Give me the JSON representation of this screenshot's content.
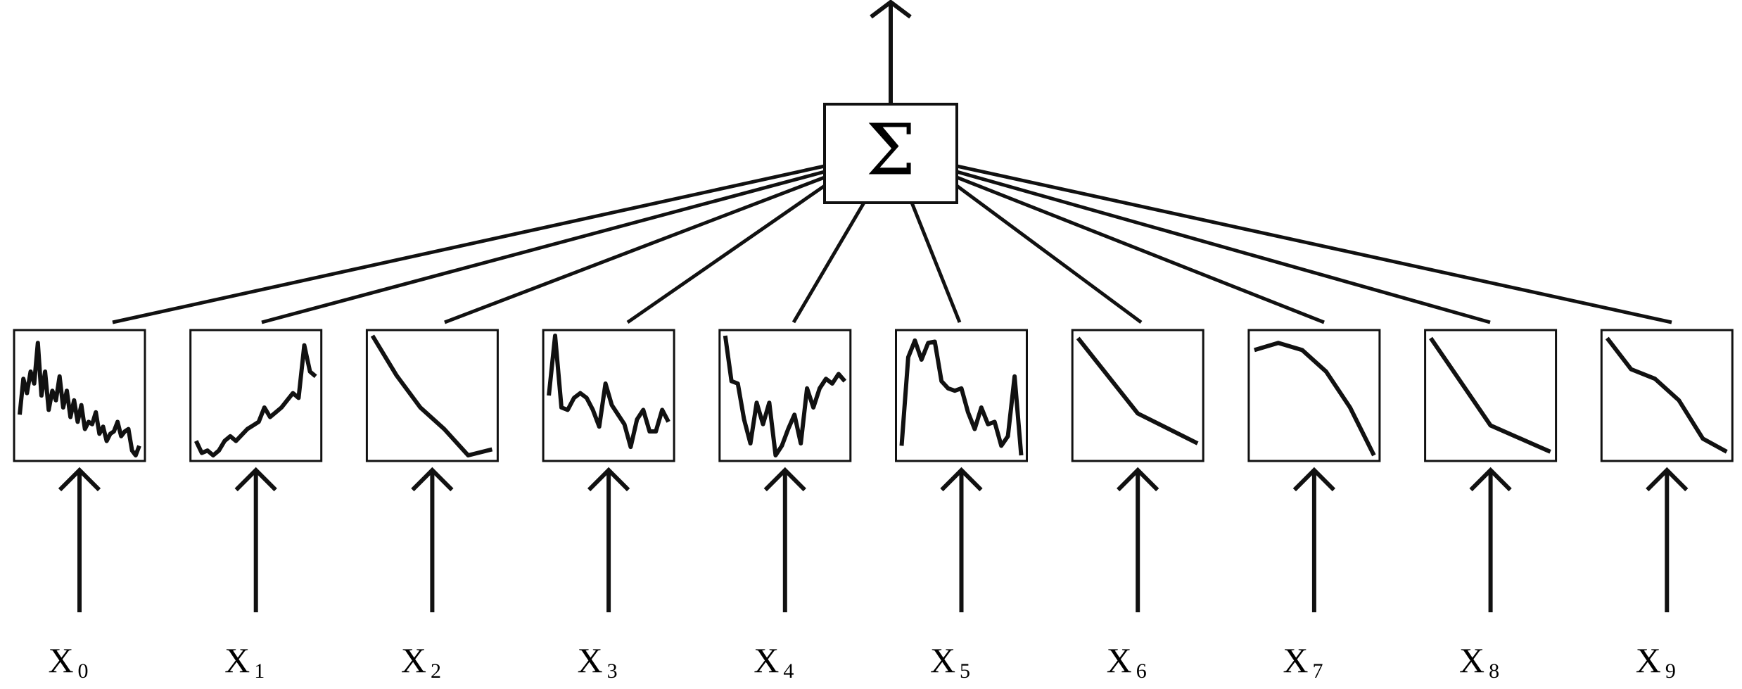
{
  "diagram": {
    "sum_symbol": "Σ",
    "stroke_color": "#111111",
    "inputs": [
      {
        "label": "X",
        "sub": "0",
        "shape": [
          0.66,
          0.36,
          0.48,
          0.3,
          0.4,
          0.06,
          0.5,
          0.3,
          0.62,
          0.46,
          0.54,
          0.34,
          0.6,
          0.46,
          0.68,
          0.54,
          0.72,
          0.58,
          0.78,
          0.72,
          0.74,
          0.64,
          0.82,
          0.76,
          0.88,
          0.82,
          0.8,
          0.72,
          0.84,
          0.8,
          0.78,
          0.96,
          1.0,
          0.92
        ]
      },
      {
        "label": "X",
        "sub": "1",
        "shape": [
          0.88,
          0.98,
          0.96,
          1.0,
          0.96,
          0.88,
          0.84,
          0.88,
          0.83,
          0.78,
          0.75,
          0.72,
          0.6,
          0.68,
          0.64,
          0.6,
          0.54,
          0.48,
          0.52,
          0.08,
          0.3,
          0.34
        ]
      },
      {
        "label": "X",
        "sub": "2",
        "shape": [
          0.0,
          0.33,
          0.6,
          0.78,
          1.0,
          0.95
        ]
      },
      {
        "label": "X",
        "sub": "3",
        "shape": [
          0.5,
          0.0,
          0.6,
          0.62,
          0.52,
          0.48,
          0.52,
          0.62,
          0.76,
          0.4,
          0.58,
          0.66,
          0.74,
          0.93,
          0.7,
          0.62,
          0.8,
          0.8,
          0.62,
          0.72
        ]
      },
      {
        "label": "X",
        "sub": "4",
        "shape": [
          0.0,
          0.38,
          0.4,
          0.7,
          0.9,
          0.56,
          0.74,
          0.56,
          1.0,
          0.92,
          0.78,
          0.66,
          0.9,
          0.44,
          0.6,
          0.44,
          0.36,
          0.4,
          0.32,
          0.38
        ]
      },
      {
        "label": "X",
        "sub": "5",
        "shape": [
          0.92,
          0.18,
          0.04,
          0.2,
          0.06,
          0.05,
          0.38,
          0.44,
          0.46,
          0.44,
          0.64,
          0.78,
          0.6,
          0.74,
          0.72,
          0.92,
          0.84,
          0.34,
          1.0
        ]
      },
      {
        "label": "X",
        "sub": "6",
        "shape": [
          0.02,
          0.65,
          0.9
        ]
      },
      {
        "label": "X",
        "sub": "7",
        "shape": [
          0.12,
          0.06,
          0.12,
          0.3,
          0.6,
          1.0
        ]
      },
      {
        "label": "X",
        "sub": "8",
        "shape": [
          0.02,
          0.75,
          0.97
        ]
      },
      {
        "label": "X",
        "sub": "9",
        "shape": [
          0.02,
          0.28,
          0.36,
          0.54,
          0.86,
          0.97
        ]
      }
    ]
  }
}
